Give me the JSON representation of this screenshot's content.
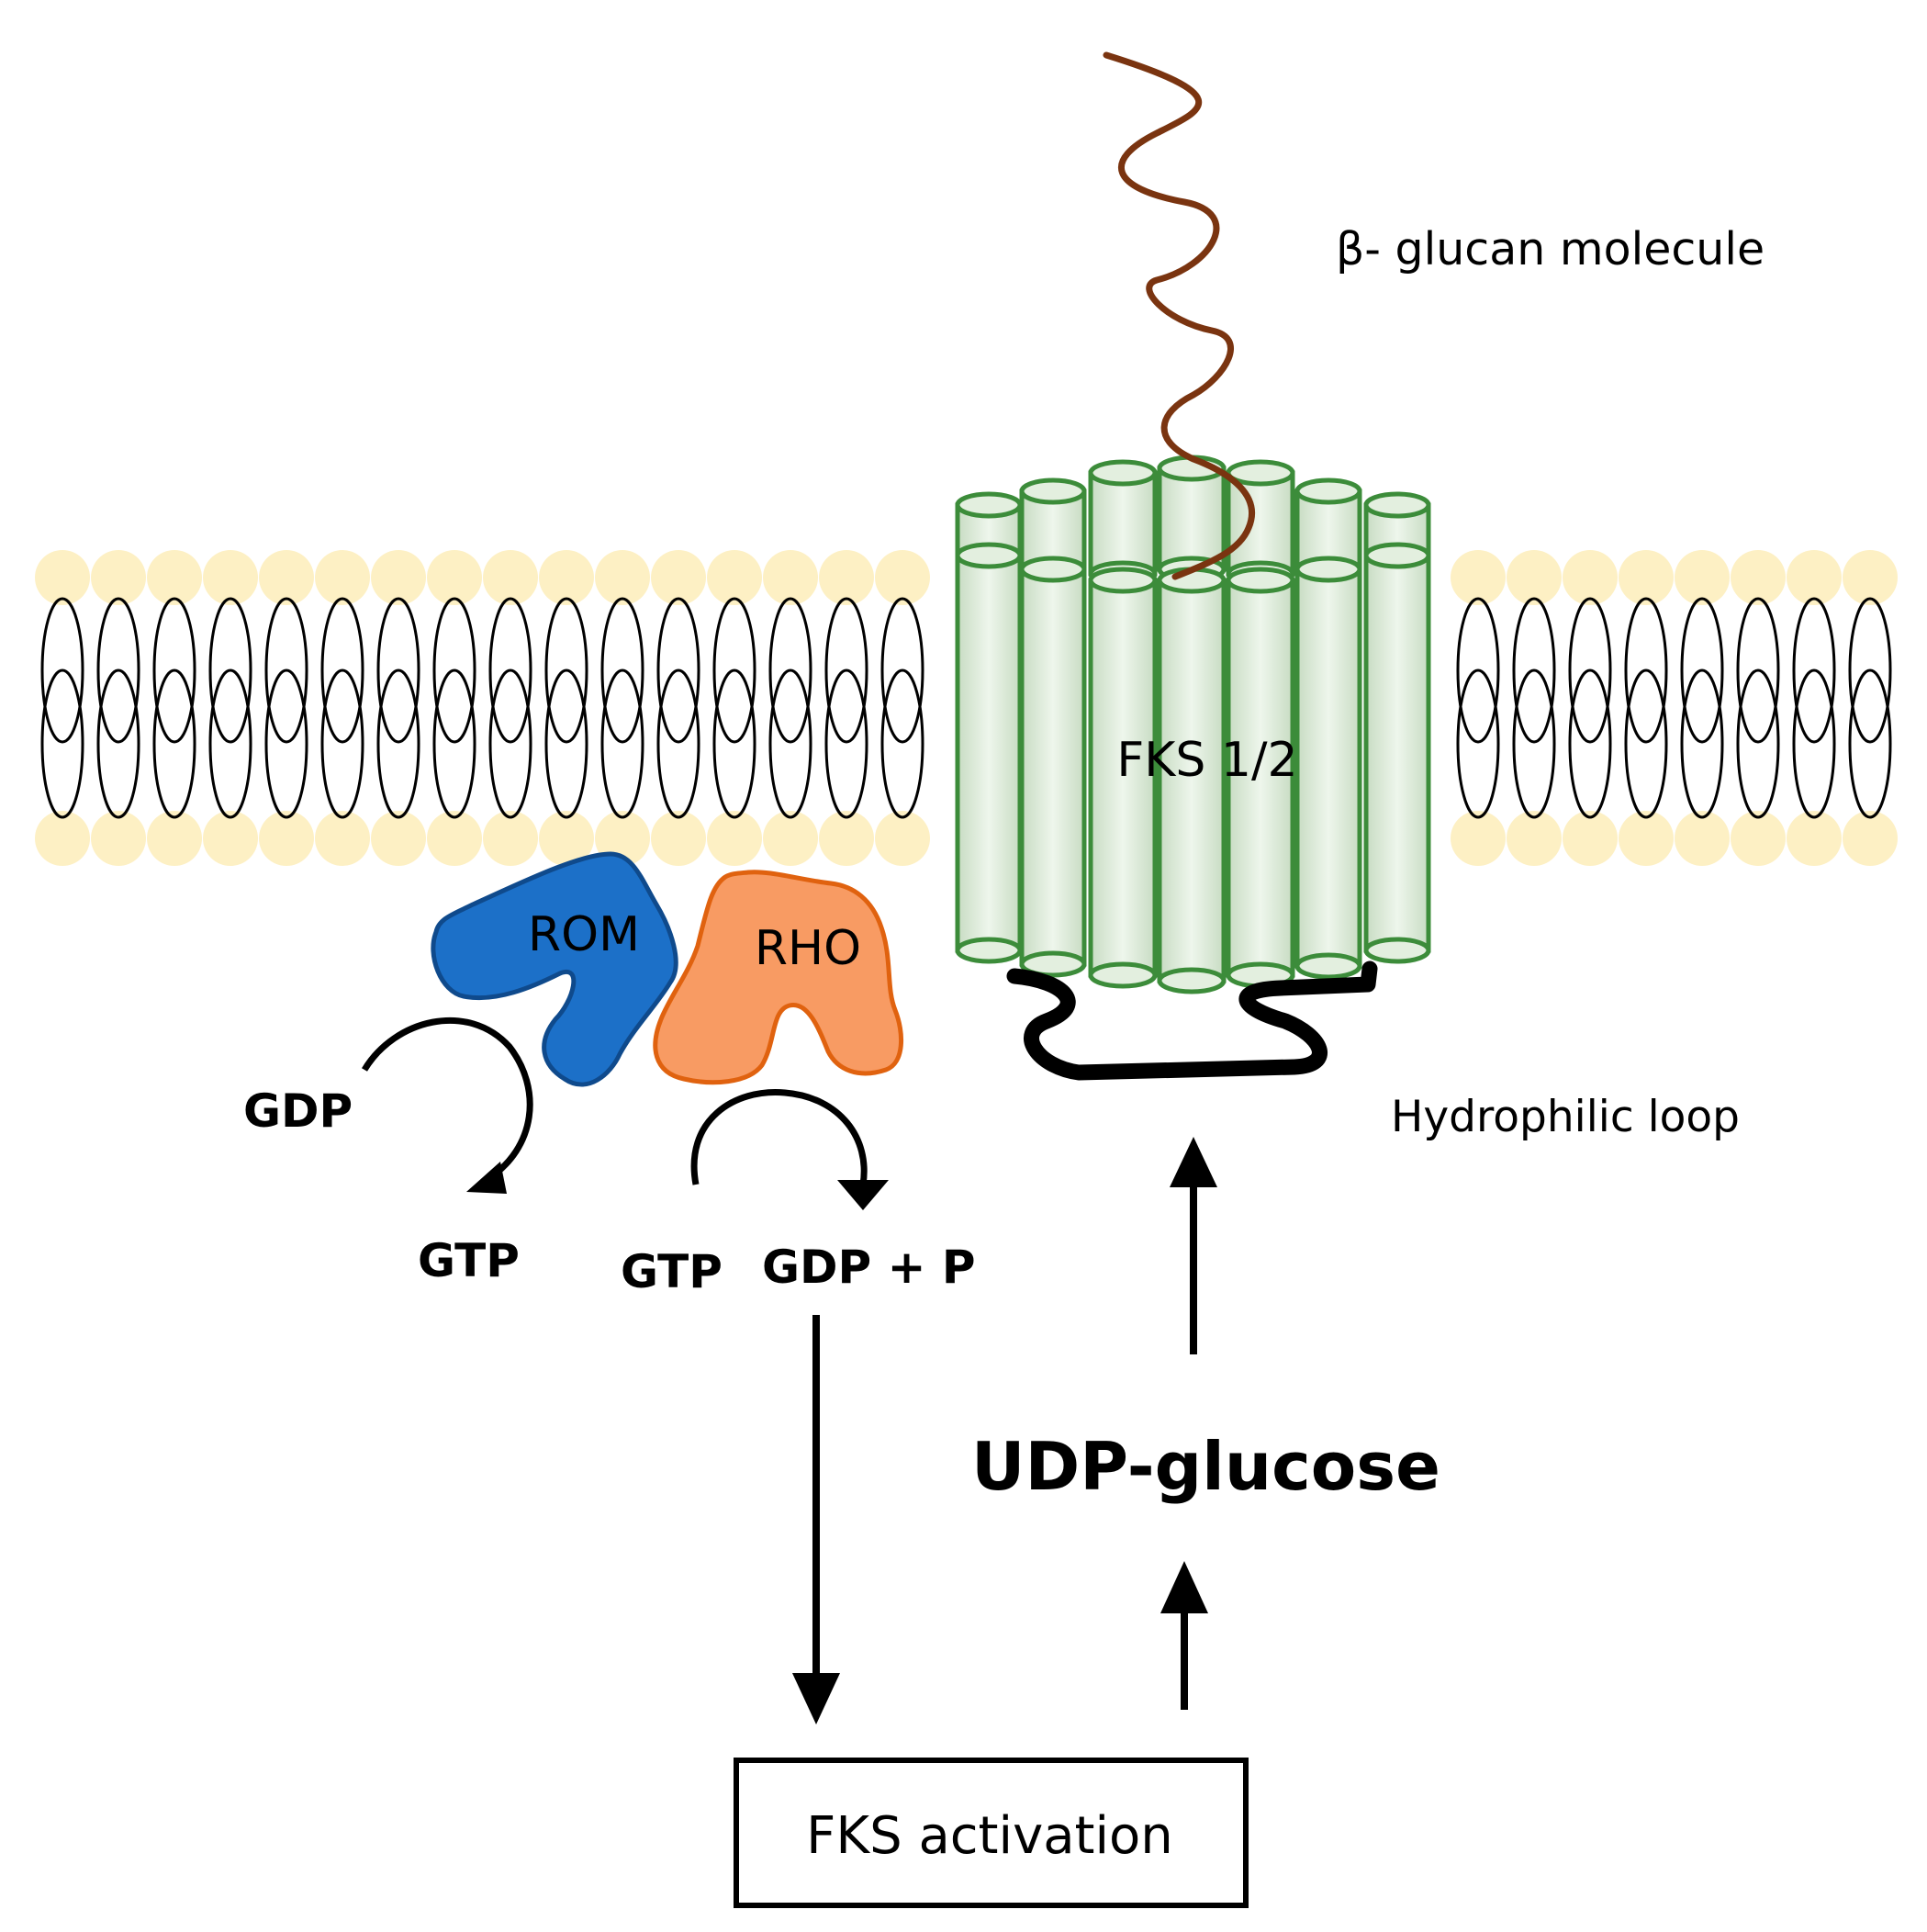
{
  "labels": {
    "beta_glucan": "β- glucan molecule",
    "fks": "FKS 1/2",
    "hydrophilic_loop": "Hydrophilic loop",
    "rom": "ROM",
    "rho": "RHO",
    "gdp_left": "GDP",
    "gtp_left": "GTP",
    "gtp_right": "GTP",
    "gdp_p": "GDP + P",
    "udp_glucose": "UDP-glucose",
    "fks_activation": "FKS activation"
  },
  "colors": {
    "lipid_head": "#fdf0c4",
    "lipid_tail": "#000000",
    "cylinder_fill": "#e3efdf",
    "cylinder_stroke": "#3c8c3a",
    "glucan": "#7a3410",
    "rom_fill": "#1c70c8",
    "rom_stroke": "#0f4a8c",
    "rho_fill": "#f89b63",
    "rho_stroke": "#e0620f",
    "loop": "#000000",
    "arrow": "#000000"
  }
}
